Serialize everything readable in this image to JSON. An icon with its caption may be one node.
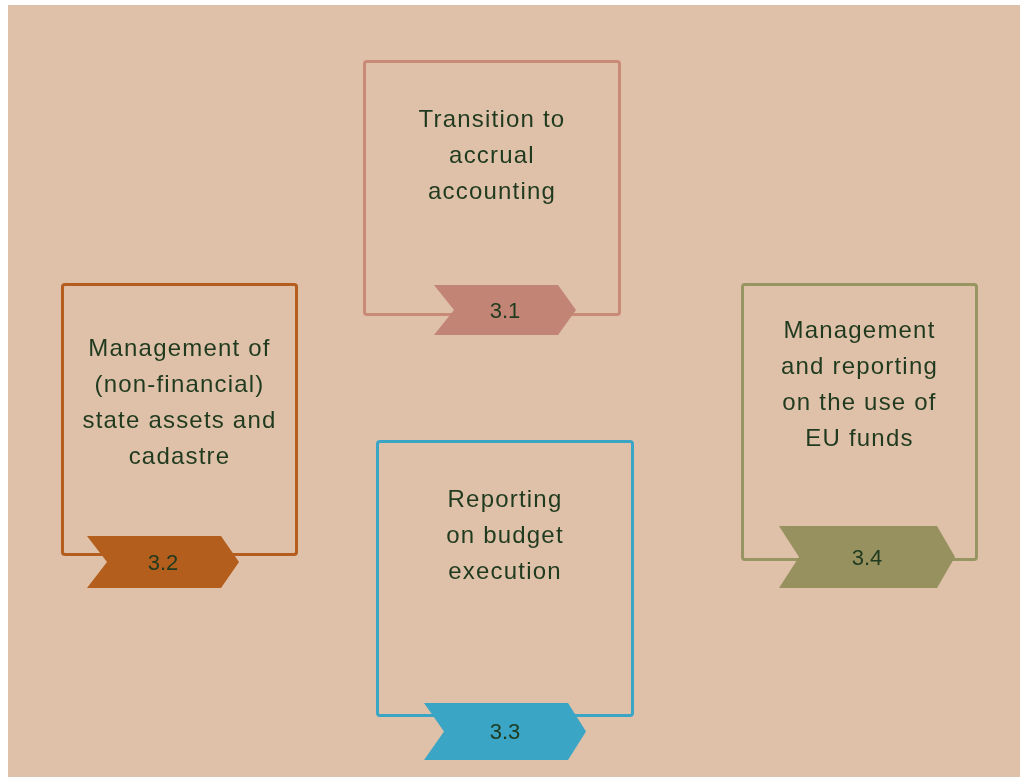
{
  "diagram": {
    "nodes": [
      {
        "text": [
          "Transition to accrual accounting"
        ]
      },
      {
        "text": [
          "3.1"
        ]
      },
      {
        "text": [
          "Management of (non-financial) state assets and cadastre"
        ]
      },
      {
        "text": [
          "3.2"
        ]
      },
      {
        "text": [
          "Management and reporting on the use of EU funds"
        ]
      },
      {
        "text": [
          "3.4"
        ]
      },
      {
        "text": [
          "Reporting on budget execution"
        ]
      },
      {
        "text": [
          "3.3"
        ]
      }
    ]
  }
}
